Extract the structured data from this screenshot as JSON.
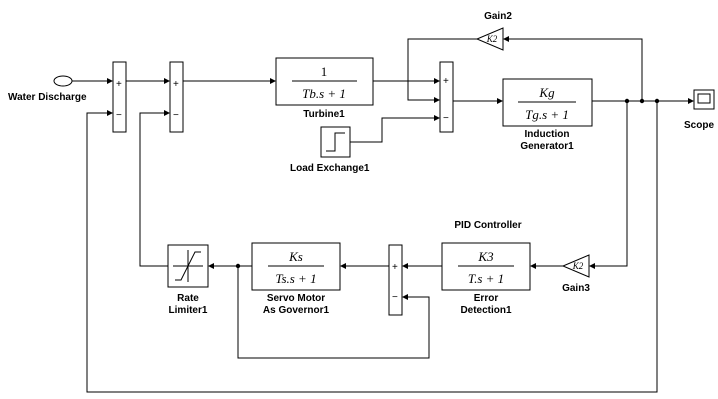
{
  "blocks": {
    "water_discharge": {
      "label": "Water Discharge"
    },
    "sum1": {
      "plus": "+",
      "minus": "−"
    },
    "sum2": {
      "plus": "+",
      "minus": "−"
    },
    "turbine": {
      "numerator": "1",
      "denominator": "Tb.s + 1",
      "label": "Turbine1"
    },
    "sum3": {
      "plus": "+",
      "minus": "−"
    },
    "load_exchange": {
      "label": "Load Exchange1"
    },
    "induction_generator": {
      "numerator": "Kg",
      "denominator": "Tg.s + 1",
      "label_line1": "Induction",
      "label_line2": "Generator1"
    },
    "scope": {
      "label": "Scope"
    },
    "gain2": {
      "value": "K2",
      "label": "Gain2"
    },
    "pid_controller": {
      "title": "PID Controller"
    },
    "error_detection": {
      "numerator": "K3",
      "denominator": "T.s + 1",
      "label_line1": "Error",
      "label_line2": "Detection1"
    },
    "gain3": {
      "value": "K2",
      "label": "Gain3"
    },
    "sum4": {
      "plus": "+",
      "minus": "−"
    },
    "servo_motor": {
      "numerator": "Ks",
      "denominator": "Ts.s + 1",
      "label_line1": "Servo Motor",
      "label_line2": "As Governor1"
    },
    "rate_limiter": {
      "label_line1": "Rate",
      "label_line2": "Limiter1"
    }
  }
}
